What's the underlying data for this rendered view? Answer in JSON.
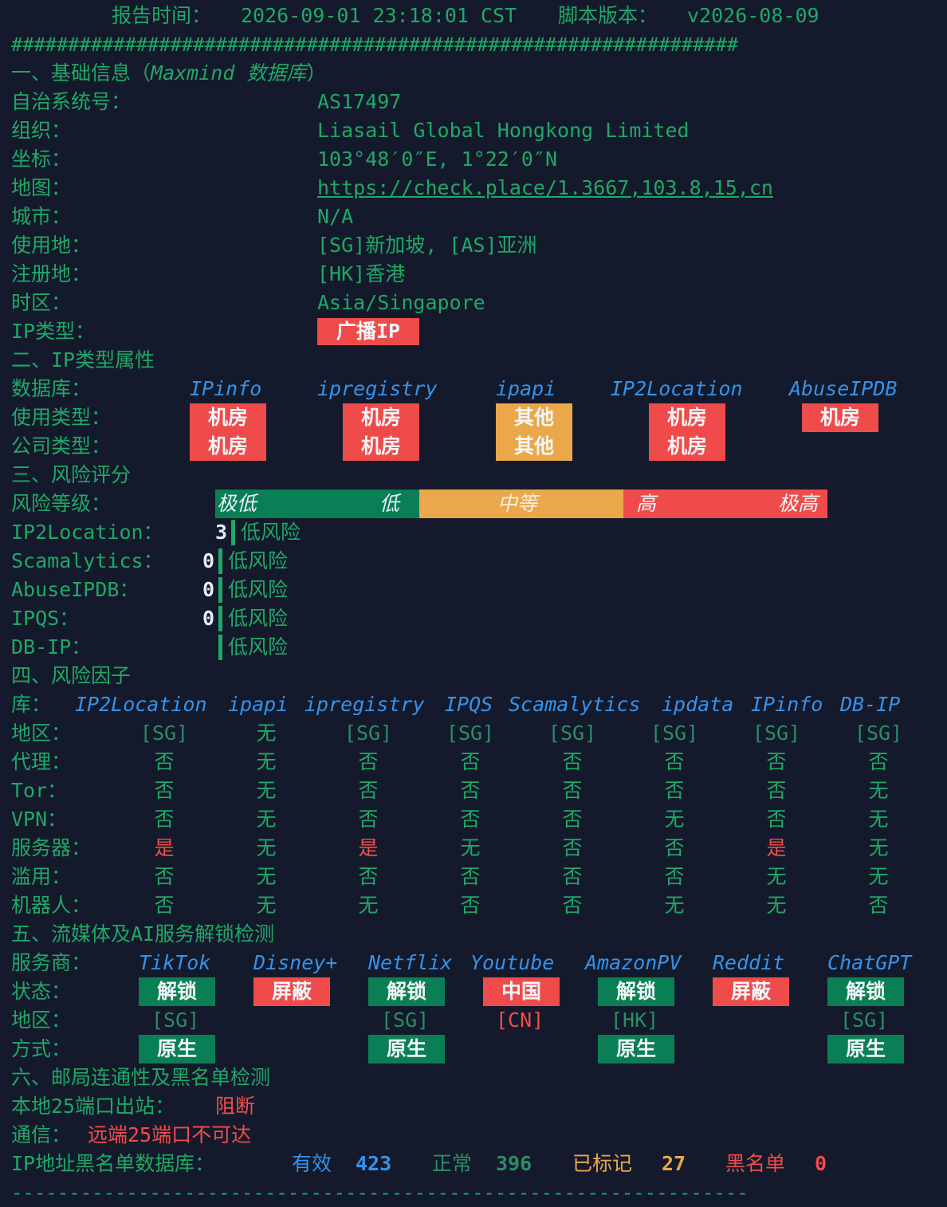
{
  "header": {
    "report_time_label": "报告时间：",
    "report_time": "2026-09-01 23:18:01 CST",
    "script_version_label": "脚本版本：",
    "script_version": "v2026-08-09",
    "hash_line": "################################################################",
    "dash_line": "----------------------------------------------------------------"
  },
  "basic": {
    "title_prefix": "一、基础信息（",
    "title_italic": "Maxmind 数据库",
    "title_suffix": "）",
    "rows": [
      {
        "label": "自治系统号：",
        "value": "AS17497"
      },
      {
        "label": "组织：",
        "value": "Liasail Global Hongkong Limited"
      },
      {
        "label": "坐标：",
        "value": "103°48′0″E, 1°22′0″N"
      },
      {
        "label": "地图：",
        "value": "https://check.place/1.3667,103.8,15,cn"
      },
      {
        "label": "城市：",
        "value": "N/A"
      },
      {
        "label": "使用地：",
        "value": "[SG]新加坡, [AS]亚洲"
      },
      {
        "label": "注册地：",
        "value": "[HK]香港"
      },
      {
        "label": "时区：",
        "value": "Asia/Singapore"
      },
      {
        "label": "IP类型：",
        "value": "广播IP"
      }
    ]
  },
  "iptype": {
    "title": "二、IP类型属性",
    "db_label": "数据库：",
    "usage_label": "使用类型：",
    "company_label": "公司类型：",
    "dbs": [
      "IPinfo",
      "ipregistry",
      "ipapi",
      "IP2Location",
      "AbuseIPDB"
    ],
    "usage": [
      "机房",
      "机房",
      "其他",
      "机房",
      "机房"
    ],
    "company": [
      "机房",
      "机房",
      "其他",
      "机房",
      ""
    ],
    "color_red": "#ef4b4b",
    "color_orange": "#eba84a"
  },
  "risk": {
    "title": "三、风险评分",
    "level_label": "风险等级：",
    "scale": [
      "极低",
      "低",
      "中等",
      "高",
      "极高"
    ],
    "rows": [
      {
        "label": "IP2Location：",
        "score": "3",
        "text": "低风险"
      },
      {
        "label": "Scamalytics：",
        "score": "0",
        "text": "低风险"
      },
      {
        "label": "AbuseIPDB：",
        "score": "0",
        "text": "低风险"
      },
      {
        "label": "IPQS：",
        "score": "0",
        "text": "低风险"
      },
      {
        "label": "DB-IP：",
        "score": "",
        "text": "低风险"
      }
    ]
  },
  "factors": {
    "title": "四、风险因子",
    "lib_label": "库：",
    "libs": [
      "IP2Location",
      "ipapi",
      "ipregistry",
      "IPQS",
      "Scamalytics",
      "ipdata",
      "IPinfo",
      "DB-IP"
    ],
    "rows": [
      {
        "label": "地区：",
        "values": [
          "[SG]",
          "无",
          "[SG]",
          "[SG]",
          "[SG]",
          "[SG]",
          "[SG]",
          "[SG]"
        ]
      },
      {
        "label": "代理：",
        "values": [
          "否",
          "无",
          "否",
          "否",
          "否",
          "否",
          "否",
          "否"
        ]
      },
      {
        "label": "Tor：",
        "values": [
          "否",
          "无",
          "否",
          "否",
          "否",
          "否",
          "否",
          "无"
        ]
      },
      {
        "label": "VPN：",
        "values": [
          "否",
          "无",
          "否",
          "否",
          "否",
          "无",
          "否",
          "无"
        ]
      },
      {
        "label": "服务器：",
        "values": [
          "是",
          "无",
          "是",
          "无",
          "否",
          "否",
          "是",
          "无"
        ]
      },
      {
        "label": "滥用：",
        "values": [
          "否",
          "无",
          "否",
          "否",
          "否",
          "否",
          "无",
          "无"
        ]
      },
      {
        "label": "机器人：",
        "values": [
          "否",
          "无",
          "无",
          "否",
          "否",
          "无",
          "无",
          "否"
        ]
      }
    ]
  },
  "media": {
    "title": "五、流媒体及AI服务解锁检测",
    "provider_label": "服务商：",
    "status_label": "状态：",
    "region_label": "地区：",
    "method_label": "方式：",
    "services": [
      {
        "name": "TikTok",
        "status": "解锁",
        "region": "[SG]",
        "method": "原生",
        "ok": true
      },
      {
        "name": "Disney+",
        "status": "屏蔽",
        "region": "",
        "method": "",
        "ok": false
      },
      {
        "name": "Netflix",
        "status": "解锁",
        "region": "[SG]",
        "method": "原生",
        "ok": true
      },
      {
        "name": "Youtube",
        "status": "中国",
        "region": "[CN]",
        "method": "",
        "ok": false
      },
      {
        "name": "AmazonPV",
        "status": "解锁",
        "region": "[HK]",
        "method": "原生",
        "ok": true
      },
      {
        "name": "Reddit",
        "status": "屏蔽",
        "region": "",
        "method": "",
        "ok": false
      },
      {
        "name": "ChatGPT",
        "status": "解锁",
        "region": "[SG]",
        "method": "原生",
        "ok": true
      }
    ]
  },
  "mail": {
    "title": "六、邮局连通性及黑名单检测",
    "port_label": "本地25端口出站：",
    "port_value": "阻断",
    "comm_label": "通信：",
    "comm_value": "远端25端口不可达",
    "bl_label": "IP地址黑名单数据库：",
    "valid_label": "有效",
    "valid": "423",
    "normal_label": "正常",
    "normal": "396",
    "marked_label": "已标记",
    "marked": "27",
    "black_label": "黑名单",
    "black": "0"
  }
}
